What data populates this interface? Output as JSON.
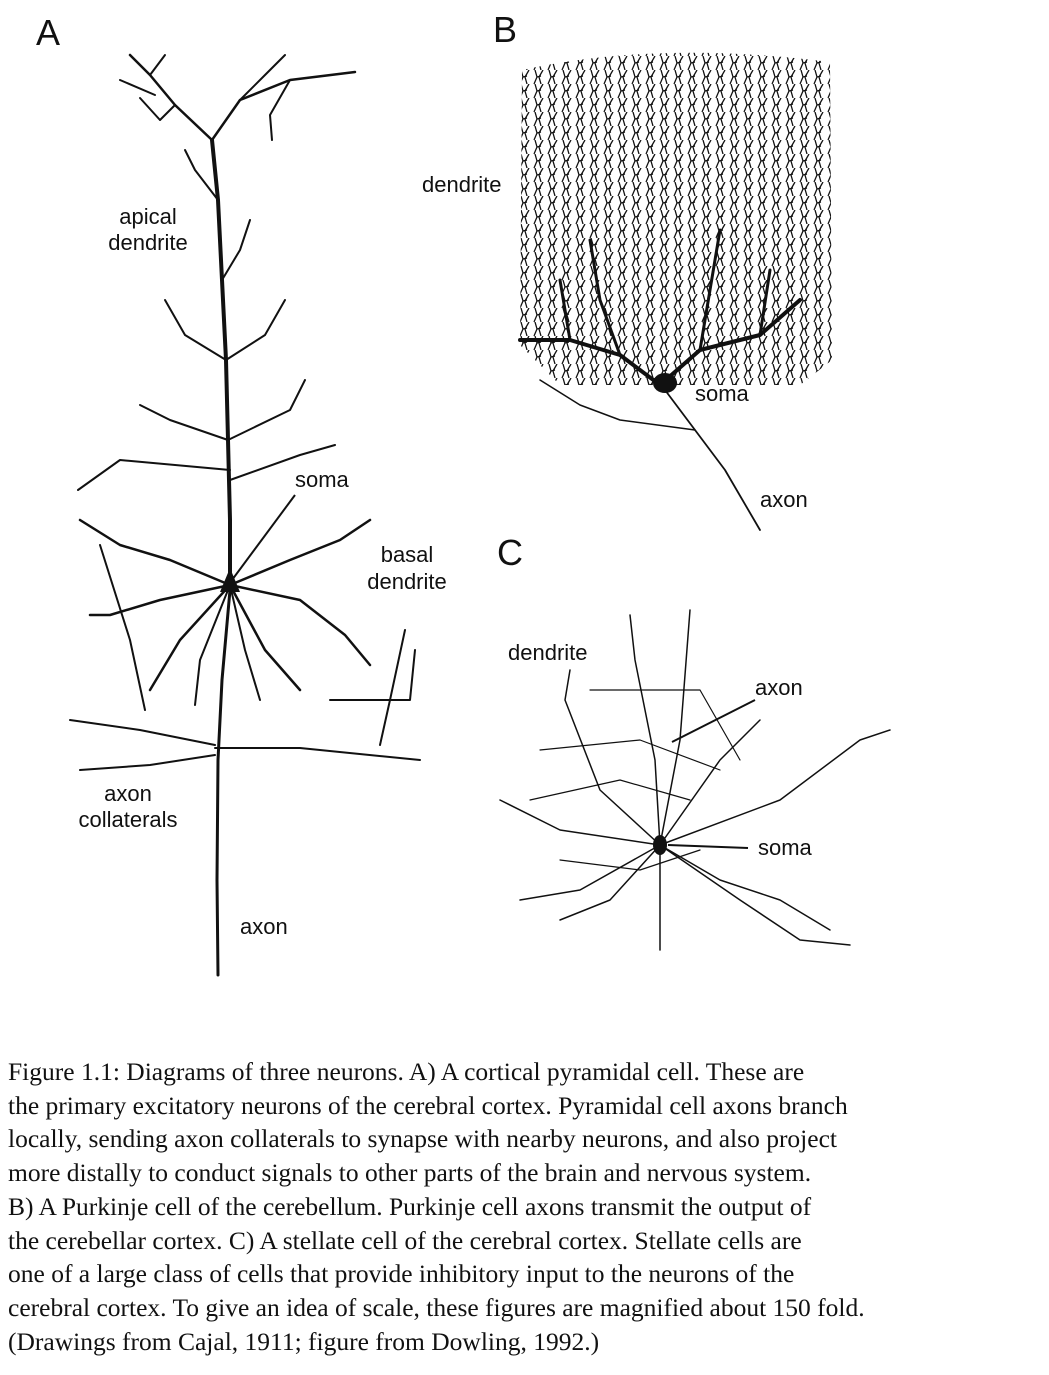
{
  "panels": {
    "A": {
      "letter": "A",
      "labels": {
        "apical_dendrite": [
          "apical",
          "dendrite"
        ],
        "soma": "soma",
        "basal_dendrite": [
          "basal",
          "dendrite"
        ],
        "axon_collaterals": [
          "axon",
          "collaterals"
        ],
        "axon": "axon"
      }
    },
    "B": {
      "letter": "B",
      "labels": {
        "dendrite": "dendrite",
        "soma": "soma",
        "axon": "axon"
      }
    },
    "C": {
      "letter": "C",
      "labels": {
        "dendrite": "dendrite",
        "axon": "axon",
        "soma": "soma"
      }
    }
  },
  "caption": {
    "lines": [
      "Figure 1.1: Diagrams of three neurons.  A) A cortical pyramidal cell.  These are",
      "the primary excitatory neurons of the cerebral cortex. Pyramidal cell axons branch",
      "locally, sending axon collaterals to synapse with nearby neurons, and also project",
      "more distally to conduct signals to other parts of the brain and nervous system.",
      "B) A Purkinje cell of the cerebellum.  Purkinje cell axons transmit the output of",
      "the cerebellar cortex.  C) A stellate cell of the cerebral cortex.  Stellate cells are",
      "one of a large class of cells that provide inhibitory input to the neurons of the",
      "cerebral cortex. To give an idea of scale, these figures are magnified about 150 fold.",
      "(Drawings from Cajal, 1911; figure from Dowling, 1992.)"
    ]
  }
}
